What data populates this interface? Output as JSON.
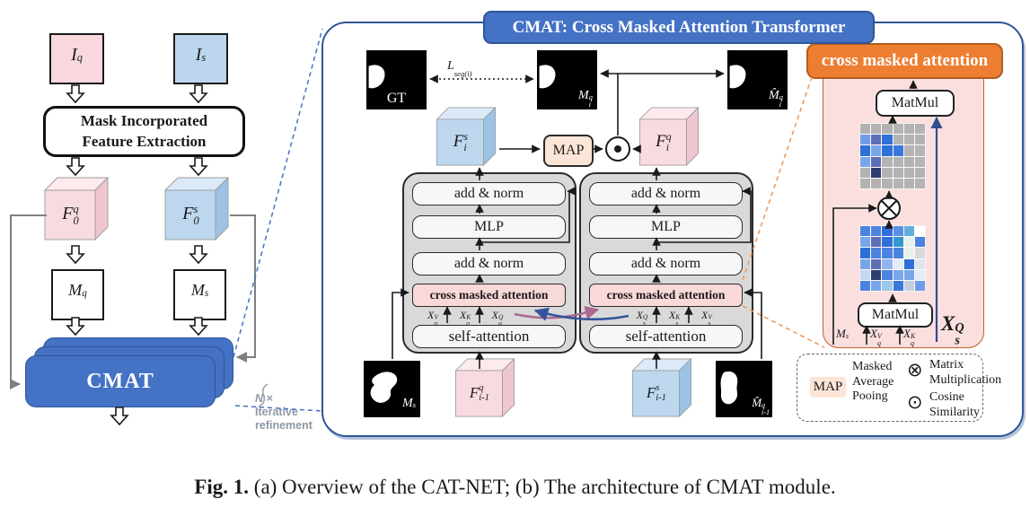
{
  "colors": {
    "accent_blue": "#4472c4",
    "accent_blue_dark": "#2f5597",
    "accent_orange": "#ed7d31",
    "pink_fill": "#f9d8de",
    "blue_fill": "#bcd6f0",
    "panel_pink": "#fbdfdf",
    "block_gray": "#d9d9d9",
    "cross_attention_pink": "#f9d8d8",
    "map_peach": "#fbe5d6",
    "connector_gray": "#7f7f7f",
    "curve_purple": "#a96a8f",
    "curve_blue": "#33549c"
  },
  "panel_a": {
    "query_image": "I^q",
    "support_image": "I^s",
    "feature_extraction": "Mask Incorporated Feature Extraction",
    "query_feature": "F_0^q",
    "support_feature": "F_0^s",
    "query_mask": "M^q",
    "support_mask": "M^s",
    "cmat_label": "CMAT",
    "iterations": "N ×",
    "refinement_line1": "Iterative",
    "refinement_line2": "refinement"
  },
  "panel_b": {
    "title": "CMAT: Cross Masked Attention Transformer",
    "gt_label": "GT",
    "seg_loss": "L_{seg(i)}",
    "pred_mask": "M_i^q",
    "prior_mask": "M̂_i^q",
    "support_feature": "F_i^s",
    "query_feature": "F_i^q",
    "map_label": "MAP",
    "left_block": {
      "add_norm_top": "add & norm",
      "mlp": "MLP",
      "add_norm_mid": "add & norm",
      "cma": "cross masked attention",
      "self_attention": "self-attention",
      "v": "X_q^V",
      "k": "X_q^K",
      "q": "X_q^Q"
    },
    "right_block": {
      "add_norm_top": "add & norm",
      "mlp": "MLP",
      "add_norm_mid": "add & norm",
      "cma": "cross masked attention",
      "self_attention": "self-attention",
      "q": "X_s^Q",
      "k": "X_s^K",
      "v": "X_s^V"
    },
    "support_mask": "M^s",
    "prev_query_feature": "F_{i-1}^q",
    "prev_support_feature": "F_{i-1}^s",
    "prev_prior_mask": "M̂_{i-1}^q"
  },
  "cross_attention_panel": {
    "title": "cross masked attention",
    "matmul_top": "MatMul",
    "matmul_bottom": "MatMul",
    "support_mask": "M^s",
    "value": "X_q^V",
    "key": "X_q^K",
    "query": "X_s^Q",
    "masked_grid": [
      [
        "#b3b3b3",
        "#b3b3b3",
        "#b3b3b3",
        "#b3b3b3",
        "#b3b3b3",
        "#b3b3b3"
      ],
      [
        "#6f9ce8",
        "#5d6eb4",
        "#2f6fd8",
        "#b3b3b3",
        "#b3b3b3",
        "#b3b3b3"
      ],
      [
        "#2f6fd8",
        "#7aa6ea",
        "#2f6fd8",
        "#3a77dc",
        "#b3b3b3",
        "#b3b3b3"
      ],
      [
        "#79a5e9",
        "#5d6eb4",
        "#b3b3b3",
        "#b3b3b3",
        "#b3b3b3",
        "#b3b3b3"
      ],
      [
        "#b3b3b3",
        "#2c3e6f",
        "#b3b3b3",
        "#b3b3b3",
        "#b3b3b3",
        "#b3b3b3"
      ],
      [
        "#b3b3b3",
        "#b3b3b3",
        "#b3b3b3",
        "#b3b3b3",
        "#b3b3b3",
        "#b3b3b3"
      ]
    ],
    "attention_grid": [
      [
        "#4b84de",
        "#4b84de",
        "#2f6fd8",
        "#5b8fe2",
        "#62aede",
        "#ffffff"
      ],
      [
        "#79a5e9",
        "#5d6eb4",
        "#2f6fd8",
        "#3596cf",
        "#e8f2ea",
        "#4b84de"
      ],
      [
        "#2f6fd8",
        "#4b84de",
        "#4b84de",
        "#4b84de",
        "#e8f2ea",
        "#d9d9d9"
      ],
      [
        "#79a5e9",
        "#5d6eb4",
        "#8fb4ee",
        "#e3ecf7",
        "#2f6fd8",
        "#dfe5ee"
      ],
      [
        "#c3d7f2",
        "#2c3e6f",
        "#4b84de",
        "#79a5e9",
        "#79a5e9",
        "#e3ecf7"
      ],
      [
        "#4b84de",
        "#79a5e9",
        "#9cc8ea",
        "#3a77dc",
        "#c6cde0",
        "#6f9ce8"
      ]
    ]
  },
  "legend": {
    "map_label": "MAP",
    "map_text": "Masked Average Pooing",
    "matmul_symbol": "⊗",
    "matmul_text": "Matrix Multiplication",
    "cosine_symbol": "⊙",
    "cosine_text": "Cosine Similarity"
  },
  "caption": {
    "prefix": "Fig. 1.",
    "text": " (a) Overview of the CAT-NET; (b) The architecture of CMAT module."
  }
}
